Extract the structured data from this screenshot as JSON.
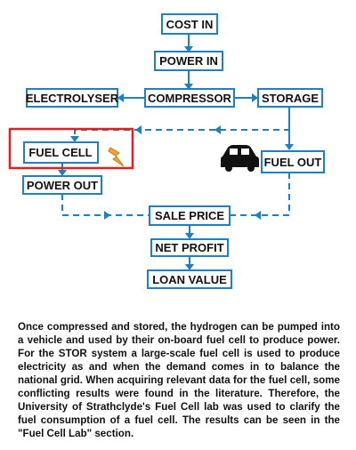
{
  "nodes": {
    "cost_in": "COST IN",
    "power_in": "POWER IN",
    "electrolyser": "ELECTROLYSER",
    "compressor": "COMPRESSOR",
    "storage": "STORAGE",
    "fuel_cell": "FUEL CELL",
    "fuel_out": "FUEL OUT",
    "power_out": "POWER OUT",
    "sale_price": "SALE PRICE",
    "net_profit": "NET PROFIT",
    "loan_value": "LOAN VALUE"
  },
  "icons": {
    "car": "car-icon",
    "lightning": "lightning-icon"
  },
  "colors": {
    "connector": "#1f7fc4",
    "highlight": "#e02020",
    "lightning_fill": "#f2a33a"
  },
  "caption": "Once compressed and stored, the hydrogen can be pumped into a vehicle and used by their on-board fuel cell to produce power. For the STOR system a large-scale fuel cell is used to produce electricity as and when the demand comes in to balance the national grid. When acquiring relevant data for the fuel cell, some conflicting results were found in the literature. Therefore, the University of Strathclyde's Fuel Cell lab was used to clarify the fuel consumption of a fuel cell. The results can be seen in the \"Fuel Cell Lab\" section."
}
